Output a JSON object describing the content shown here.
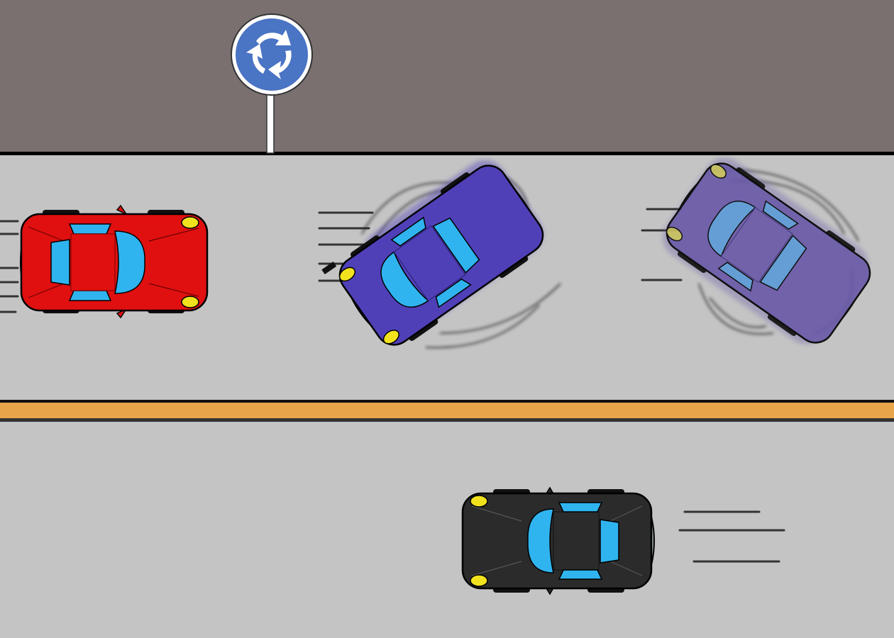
{
  "scene": {
    "colors": {
      "sidewalk": "#7a7070",
      "road": "#c4c4c4",
      "road_edge": "#000000",
      "center_line": "#e8a54a",
      "sign_blue": "#4a74c4",
      "red_car": "#e01010",
      "blue_car": "#5040b8",
      "purple_car": "#6a5aa8",
      "black_car": "#2b2b2b",
      "glass": "#30b4f0",
      "headlight": "#f2e21e"
    },
    "sign": {
      "icon": "roundabout-icon"
    },
    "cars": [
      {
        "name": "red-car",
        "color": "red",
        "direction": "right",
        "state": "driving"
      },
      {
        "name": "blue-car",
        "color": "blue",
        "direction": "rotating",
        "state": "spinning"
      },
      {
        "name": "purple-car",
        "color": "purple",
        "direction": "rotating",
        "state": "spinning"
      },
      {
        "name": "black-car",
        "color": "black",
        "direction": "left",
        "state": "driving"
      }
    ]
  }
}
